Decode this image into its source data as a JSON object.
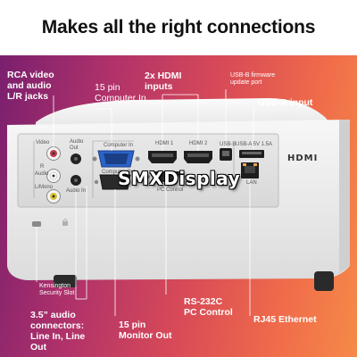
{
  "header": {
    "title": "Makes all the right connections"
  },
  "callouts": {
    "rca": "RCA video and audio L/R jacks",
    "computer_in": "15 pin Computer In",
    "hdmi_inputs": "2x HDMI inputs",
    "usb_b": "USB-B firmware update port",
    "usb_a": "USB-A input",
    "kensington": "Kensington Security Slot",
    "audio_connectors": "3.5” audio connectors: Line In, Line Out",
    "monitor_out": "15 pin Monitor Out",
    "rs232c": "RS-232C PC Control",
    "rj45": "RJ45 Ethernet"
  },
  "panel_labels": {
    "video": "Video",
    "r": "R",
    "audio": "Audio",
    "l_mono": "L/Mono",
    "audio_out": "Audio Out",
    "audio_in": "Audio In",
    "computer_in": "Computer In",
    "computer_out": "Computer Out",
    "hdmi1": "HDMI 1",
    "hdmi2": "HDMI 2",
    "pc_control": "PC Control",
    "usb_b": "USB-B",
    "usb_a": "USB-A 5V 1.5A",
    "lan": "LAN"
  },
  "hdmi_logo": "HDMI",
  "watermark": "SMXDisplay",
  "colors": {
    "gradient_start": "#7a1f6e",
    "gradient_mid": "#d84a57",
    "gradient_end": "#f58a48",
    "callout_line": "#ffffff",
    "projector_body": "#eeeeee"
  }
}
